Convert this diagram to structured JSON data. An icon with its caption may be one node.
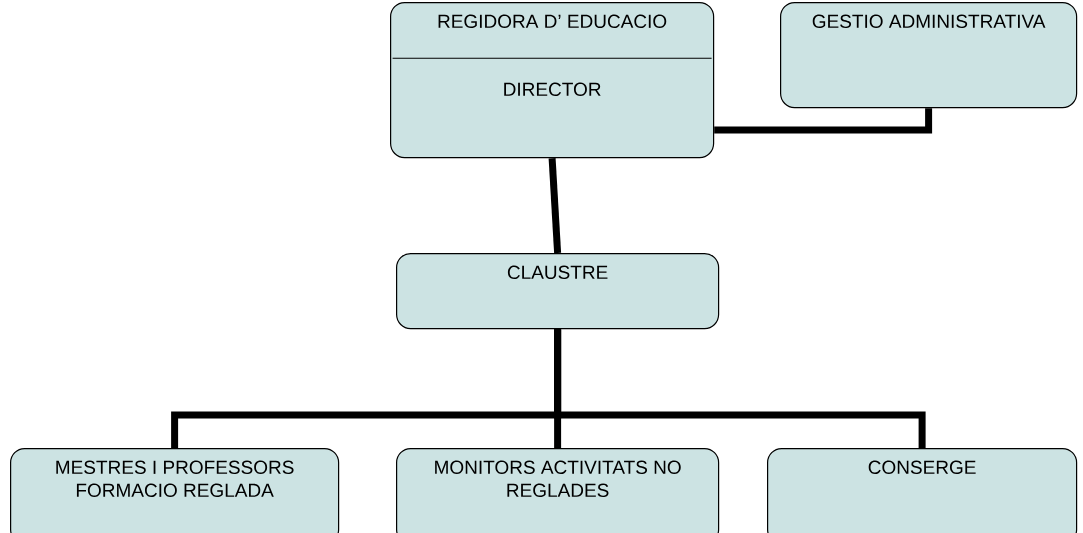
{
  "diagram": {
    "nodes": [
      {
        "text": [
          "REGIDORA D’ EDUCACIO",
          "DIRECTOR"
        ]
      },
      {
        "text": [
          "GESTIO ADMINISTRATIVA"
        ]
      },
      {
        "text": [
          "CLAUSTRE"
        ]
      },
      {
        "text": [
          "MESTRES I PROFESSORS FORMACIO REGLADA"
        ]
      },
      {
        "text": [
          "MONITORS ACTIVITATS NO REGLADES"
        ]
      },
      {
        "text": [
          "CONSERGE"
        ]
      }
    ],
    "edges": [
      {
        "from": 0,
        "to": 1,
        "arrow": "none"
      },
      {
        "from": 0,
        "to": 2,
        "arrow": "none"
      },
      {
        "from": 2,
        "to": 3,
        "arrow": "none"
      },
      {
        "from": 2,
        "to": 4,
        "arrow": "none"
      },
      {
        "from": 2,
        "to": 5,
        "arrow": "none"
      }
    ]
  }
}
